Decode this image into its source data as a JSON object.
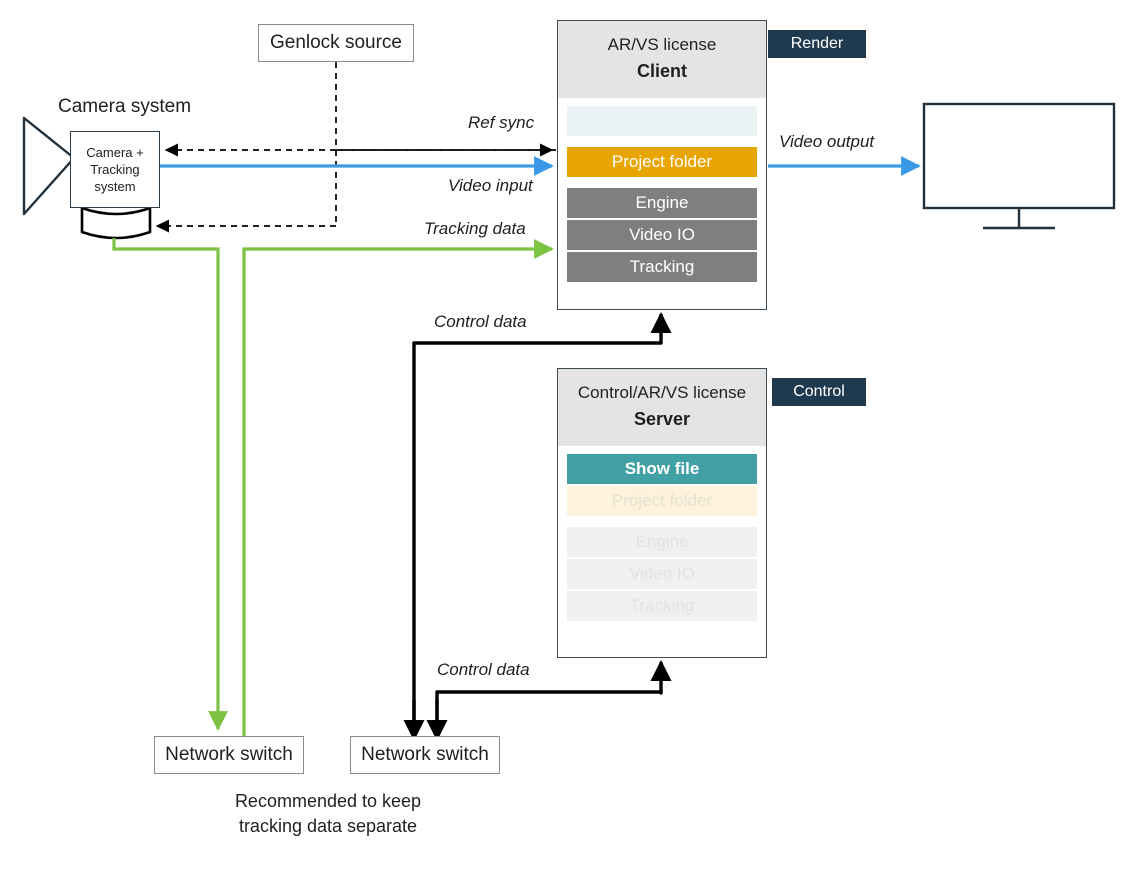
{
  "diagram": {
    "title_hidden": "",
    "colors": {
      "video_blue": "#3b9ae8",
      "tracking_green": "#7dc242",
      "control_black": "#000000",
      "genlock_dashed": "#000000",
      "accent_orange": "#e8a502",
      "accent_teal": "#41a0a3",
      "badge_navy": "#1f3a4e",
      "band_gray": "#7f7f7f"
    }
  },
  "camera_system": {
    "title": "Camera system",
    "body_lines": "Camera +\nTracking\nsystem"
  },
  "genlock": {
    "label": "Genlock source"
  },
  "client": {
    "license": "AR/VS license",
    "role": "Client",
    "badge": "Render",
    "bands": [
      {
        "label": "",
        "style": "band-pale"
      },
      {
        "label": "Project folder",
        "style": "band-orange"
      },
      {
        "label": "Engine",
        "style": "band-gray"
      },
      {
        "label": "Video IO",
        "style": "band-gray"
      },
      {
        "label": "Tracking",
        "style": "band-gray"
      }
    ]
  },
  "server": {
    "license": "Control/AR/VS license",
    "role": "Server",
    "badge": "Control",
    "bands": [
      {
        "label": "Show file",
        "style": "band-teal"
      },
      {
        "label": "Project folder",
        "style": "band-cream"
      },
      {
        "label": "Engine",
        "style": "band-ghost"
      },
      {
        "label": "Video IO",
        "style": "band-ghost"
      },
      {
        "label": "Tracking",
        "style": "band-ghost"
      }
    ]
  },
  "connections": {
    "ref_sync": "Ref sync",
    "video_input": "Video input",
    "tracking_data": "Tracking data",
    "video_output": "Video output",
    "control_data_top": "Control data",
    "control_data_bottom": "Control data"
  },
  "switches": {
    "tracking_switch": "Network switch",
    "control_switch": "Network switch"
  },
  "footnote": {
    "text": "Recommended to keep\ntracking data separate"
  },
  "monitor": {
    "name": "display"
  }
}
